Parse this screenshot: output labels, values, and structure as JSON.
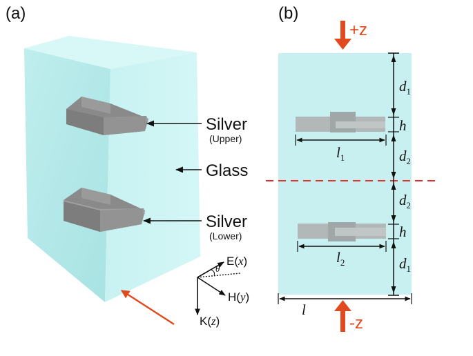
{
  "panel_a": {
    "label": "(a)",
    "labels": {
      "silver_upper": "Silver",
      "upper_sub": "(Upper)",
      "glass": "Glass",
      "silver_lower": "Silver",
      "lower_sub": "(Lower)"
    },
    "axes": {
      "e_label": "E(",
      "e_var": "x",
      "h_label": "H(",
      "h_var": "y",
      "k_label": "K(",
      "k_var": "z",
      "close": ")",
      "theta": "θ"
    }
  },
  "panel_b": {
    "label": "(b)",
    "top_arrow": "+z",
    "bottom_arrow": "-z",
    "dims": {
      "d1_top": "d",
      "d1_top_sub": "1",
      "h_top": "h",
      "d2_top": "d",
      "d2_top_sub": "2",
      "l1": "l",
      "l1_sub": "1",
      "d2_bottom": "d",
      "d2_bottom_sub": "2",
      "h_bottom": "h",
      "l2": "l",
      "l2_sub": "2",
      "d1_bottom": "d",
      "d1_bottom_sub": "1",
      "l": "l"
    }
  },
  "colors": {
    "glass": "#c6eeee",
    "silver": "#8f8f8f",
    "arrow_red": "#e04a1e",
    "dashed_red": "#e03030"
  }
}
